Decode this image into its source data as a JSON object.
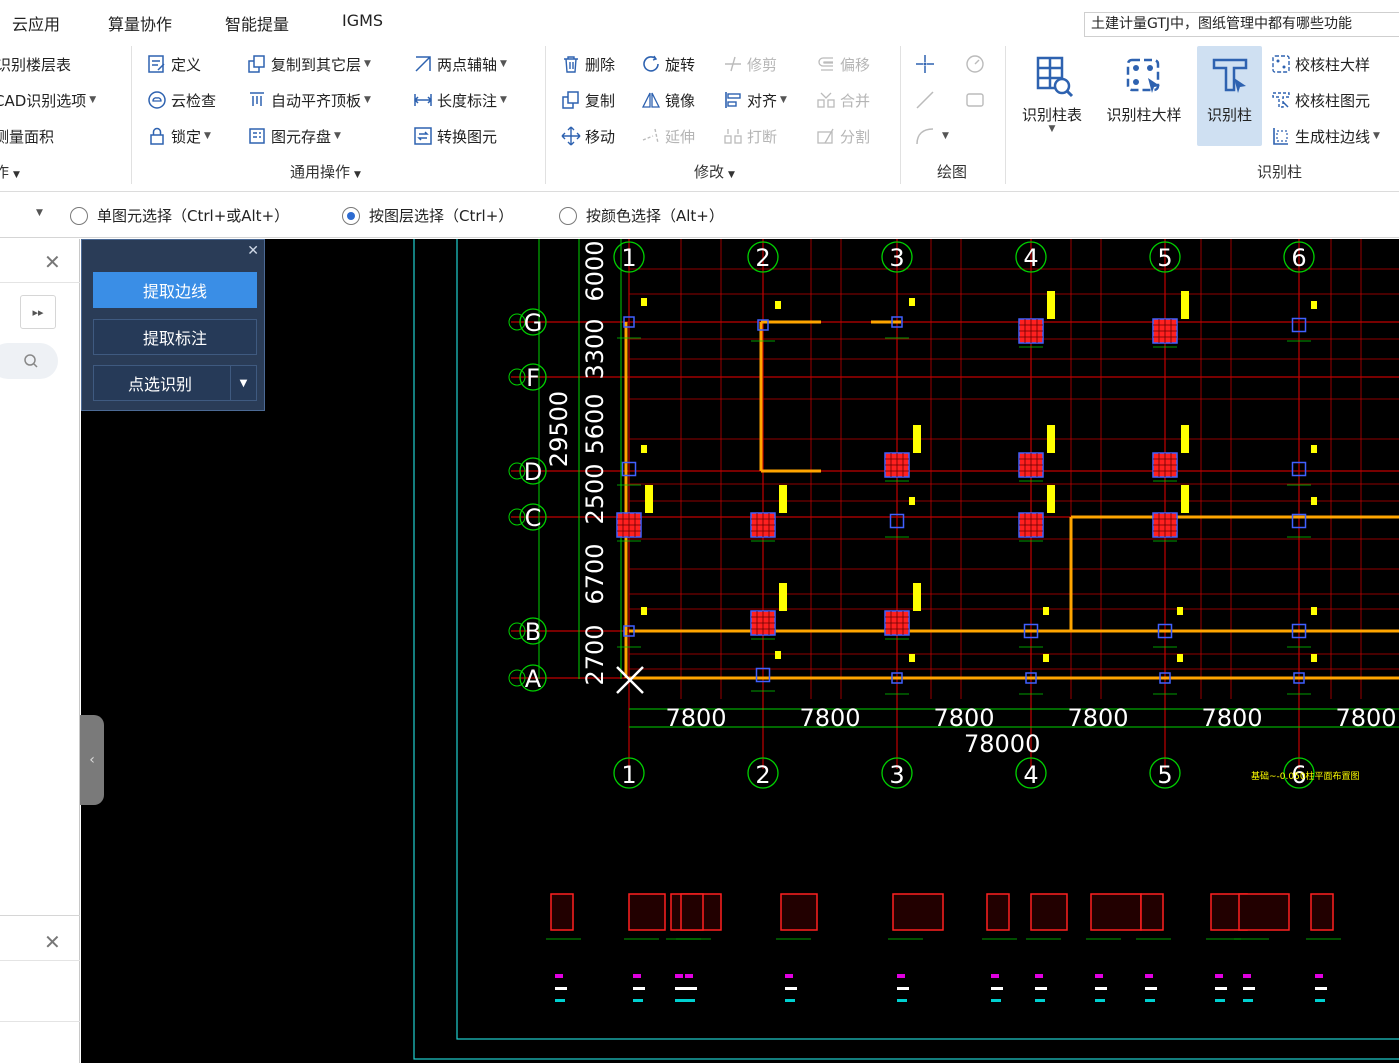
{
  "menu": [
    {
      "label": "云应用"
    },
    {
      "label": "算量协作"
    },
    {
      "label": "智能提量"
    },
    {
      "label": "IGMS"
    }
  ],
  "topic_text": "土建计量GTJ中，图纸管理中都有哪些功能",
  "ribbon": {
    "col0": [
      {
        "label": "识别楼层表"
      },
      {
        "label": "CAD识别选项",
        "dropdown": true
      },
      {
        "label": "测量面积"
      }
    ],
    "col0_group": "作",
    "general": {
      "items": [
        {
          "label": "定义",
          "icon": "define-icon"
        },
        {
          "label": "云检查",
          "icon": "cloud-check-icon"
        },
        {
          "label": "锁定",
          "icon": "lock-icon",
          "dropdown": true
        },
        {
          "label": "复制到其它层",
          "icon": "copy-to-layer-icon",
          "dropdown": true
        },
        {
          "label": "自动平齐顶板",
          "icon": "auto-level-icon",
          "dropdown": true
        },
        {
          "label": "图元存盘",
          "icon": "save-element-icon",
          "dropdown": true
        },
        {
          "label": "两点辅轴",
          "icon": "two-point-axis-icon",
          "dropdown": true
        },
        {
          "label": "长度标注",
          "icon": "length-dimension-icon",
          "dropdown": true
        },
        {
          "label": "转换图元",
          "icon": "convert-element-icon"
        }
      ],
      "group": "通用操作"
    },
    "modify": {
      "items": [
        {
          "label": "删除",
          "icon": "delete-icon",
          "disabled": false
        },
        {
          "label": "复制",
          "icon": "copy-icon",
          "disabled": false
        },
        {
          "label": "移动",
          "icon": "move-icon",
          "disabled": false
        },
        {
          "label": "旋转",
          "icon": "rotate-icon",
          "disabled": false
        },
        {
          "label": "镜像",
          "icon": "mirror-icon",
          "disabled": false
        },
        {
          "label": "延伸",
          "icon": "extend-icon",
          "disabled": true
        },
        {
          "label": "修剪",
          "icon": "trim-icon",
          "disabled": true
        },
        {
          "label": "对齐",
          "icon": "align-icon",
          "disabled": false,
          "dropdown": true
        },
        {
          "label": "打断",
          "icon": "break-icon",
          "disabled": true
        },
        {
          "label": "偏移",
          "icon": "offset-icon",
          "disabled": true
        },
        {
          "label": "合并",
          "icon": "merge-icon",
          "disabled": true
        },
        {
          "label": "分割",
          "icon": "split-icon",
          "disabled": true
        }
      ],
      "group": "修改"
    },
    "draw": {
      "group": "绘图"
    },
    "column_recognition": {
      "big": [
        {
          "label": "识别柱表",
          "icon": "recognize-column-table-icon"
        },
        {
          "label": "识别柱大样",
          "icon": "recognize-column-detail-icon"
        },
        {
          "label": "识别柱",
          "icon": "recognize-column-icon",
          "active": true
        }
      ],
      "small": [
        {
          "label": "校核柱大样",
          "icon": "check-column-detail-icon"
        },
        {
          "label": "校核柱图元",
          "icon": "check-column-element-icon"
        },
        {
          "label": "生成柱边线",
          "icon": "generate-column-edge-icon"
        }
      ],
      "group": "识别柱"
    }
  },
  "selection_options": [
    {
      "label": "单图元选择（Ctrl+或Alt+）",
      "checked": false
    },
    {
      "label": "按图层选择（Ctrl+）",
      "checked": true
    },
    {
      "label": "按颜色选择（Alt+）",
      "checked": false
    }
  ],
  "tool_panel": {
    "buttons": [
      {
        "label": "提取边线",
        "primary": true
      },
      {
        "label": "提取标注",
        "primary": false
      },
      {
        "label": "点选识别",
        "primary": false,
        "split": true
      }
    ]
  },
  "cad": {
    "colors": {
      "background": "#000000",
      "grid": "#c00000",
      "axis": "#00d000",
      "wall": "#ffa500",
      "text": "#ffffff",
      "column": "#ff2020",
      "outline": "#20d0d0"
    },
    "top_axes": [
      "1",
      "2",
      "3",
      "4",
      "5",
      "6"
    ],
    "bottom_axes": [
      "1",
      "2",
      "3",
      "4",
      "5",
      "6"
    ],
    "row_axes": [
      "G",
      "F",
      "D",
      "C",
      "B",
      "A"
    ],
    "row_dims": [
      "6000",
      "3300",
      "5600",
      "2500",
      "6700",
      "2700"
    ],
    "total_vertical": "29500",
    "bay_dims": [
      "7800",
      "7800",
      "7800",
      "7800",
      "7800",
      "7800"
    ],
    "total_horizontal": "78000",
    "elevation_note": "基础~-0.050柱平面布置图"
  }
}
